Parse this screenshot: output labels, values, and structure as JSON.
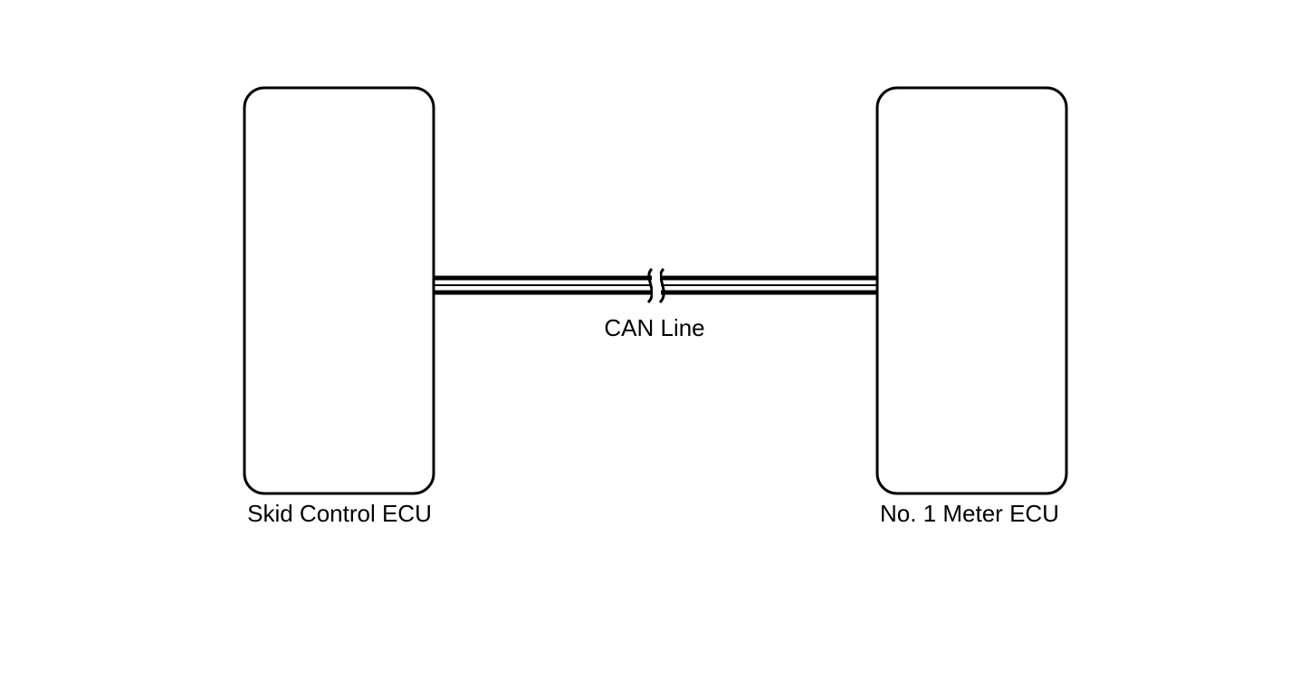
{
  "diagram": {
    "left_node": {
      "label": "Skid Control ECU"
    },
    "right_node": {
      "label": "No. 1 Meter ECU"
    },
    "connection": {
      "label": "CAN Line",
      "style": "twisted-pair-with-break"
    }
  },
  "colors": {
    "stroke": "#000000",
    "background": "#ffffff"
  }
}
